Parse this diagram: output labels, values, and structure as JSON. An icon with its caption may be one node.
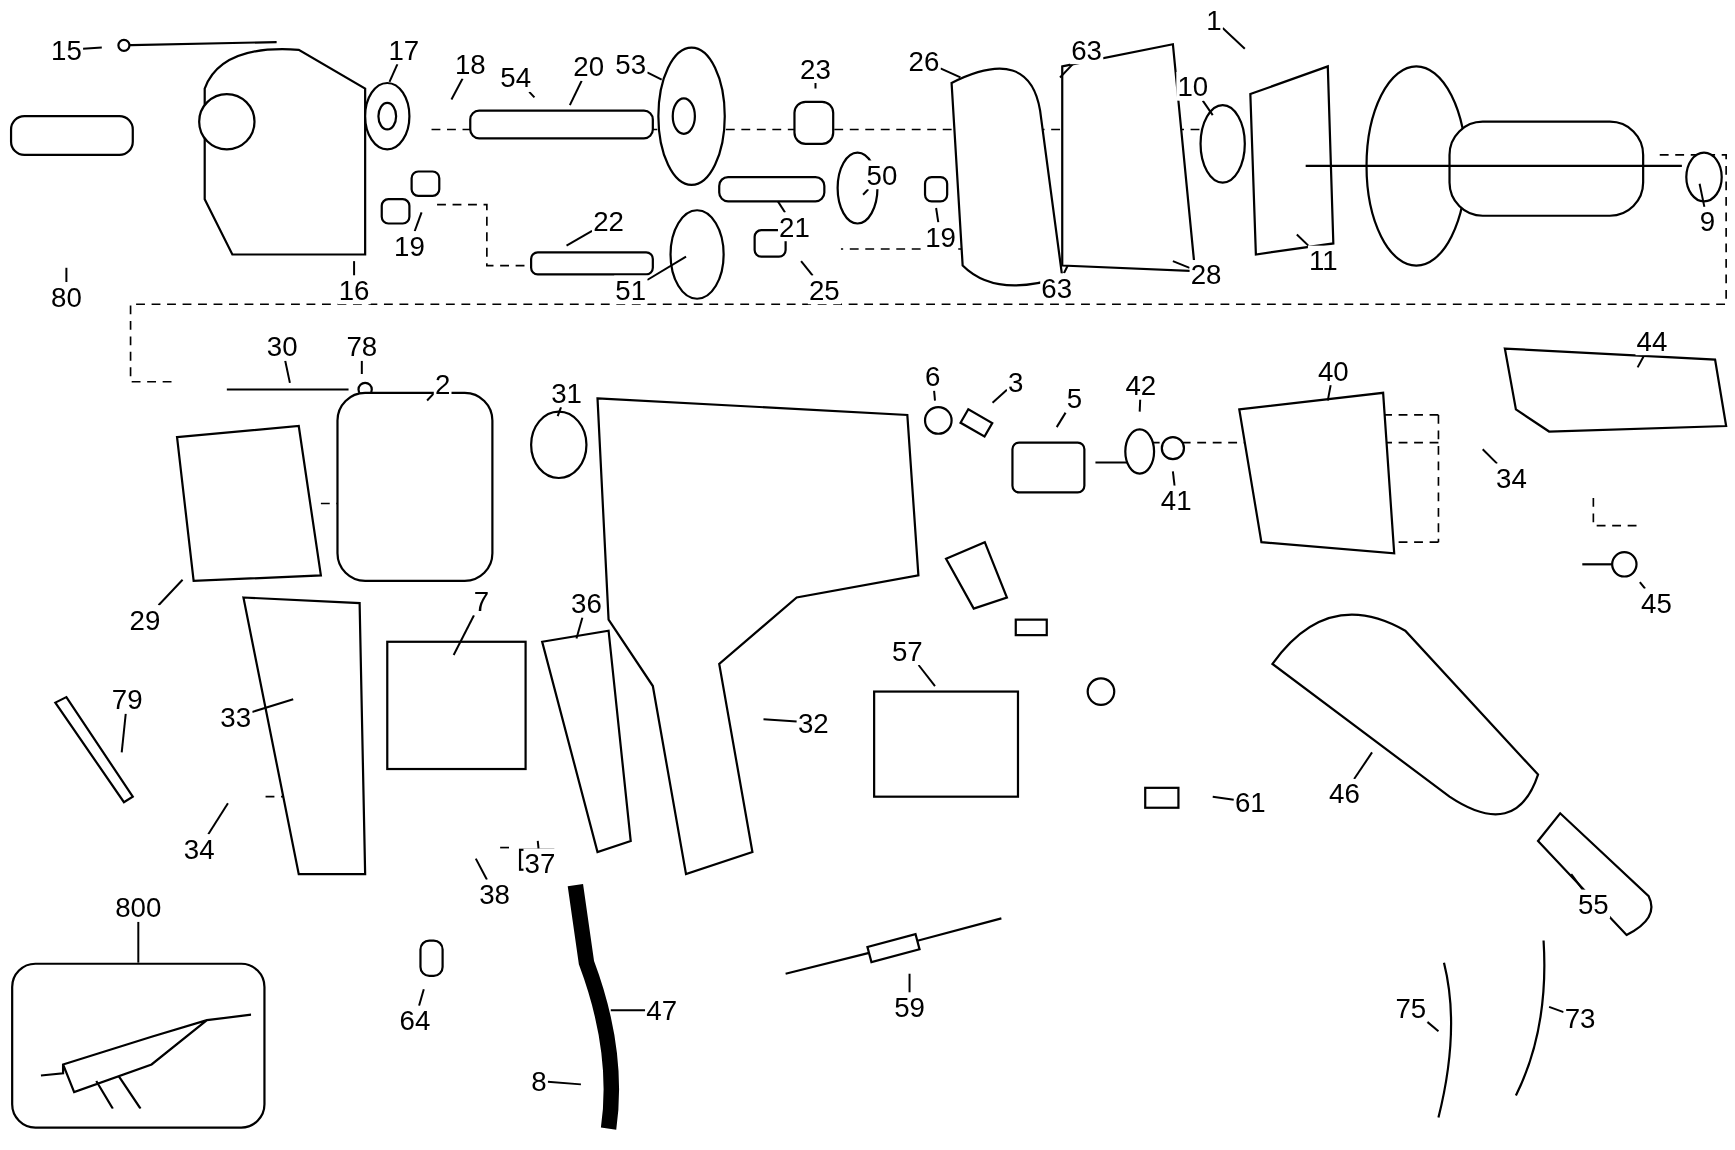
{
  "diagram": {
    "nodes": [
      {
        "text": [
          "15"
        ]
      },
      {
        "text": [
          "17"
        ]
      },
      {
        "text": [
          "18"
        ]
      },
      {
        "text": [
          "54"
        ]
      },
      {
        "text": [
          "20"
        ]
      },
      {
        "text": [
          "53"
        ]
      },
      {
        "text": [
          "23"
        ]
      },
      {
        "text": [
          "26"
        ]
      },
      {
        "text": [
          "63"
        ]
      },
      {
        "text": [
          "1"
        ]
      },
      {
        "text": [
          "80"
        ]
      },
      {
        "text": [
          "16"
        ]
      },
      {
        "text": [
          "19"
        ]
      },
      {
        "text": [
          "22"
        ]
      },
      {
        "text": [
          "51"
        ]
      },
      {
        "text": [
          "25"
        ]
      },
      {
        "text": [
          "21"
        ]
      },
      {
        "text": [
          "50"
        ]
      },
      {
        "text": [
          "19"
        ]
      },
      {
        "text": [
          "10"
        ]
      },
      {
        "text": [
          "63"
        ]
      },
      {
        "text": [
          "28"
        ]
      },
      {
        "text": [
          "11"
        ]
      },
      {
        "text": [
          "9"
        ]
      },
      {
        "text": [
          "30"
        ]
      },
      {
        "text": [
          "78"
        ]
      },
      {
        "text": [
          "2"
        ]
      },
      {
        "text": [
          "31"
        ]
      },
      {
        "text": [
          "6"
        ]
      },
      {
        "text": [
          "3"
        ]
      },
      {
        "text": [
          "5"
        ]
      },
      {
        "text": [
          "42"
        ]
      },
      {
        "text": [
          "40"
        ]
      },
      {
        "text": [
          "44"
        ]
      },
      {
        "text": [
          "41"
        ]
      },
      {
        "text": [
          "34"
        ]
      },
      {
        "text": [
          "45"
        ]
      },
      {
        "text": [
          "29"
        ]
      },
      {
        "text": [
          "7"
        ]
      },
      {
        "text": [
          "36"
        ]
      },
      {
        "text": [
          "57"
        ]
      },
      {
        "text": [
          "79"
        ]
      },
      {
        "text": [
          "33"
        ]
      },
      {
        "text": [
          "32"
        ]
      },
      {
        "text": [
          "61"
        ]
      },
      {
        "text": [
          "46"
        ]
      },
      {
        "text": [
          "34"
        ]
      },
      {
        "text": [
          "38"
        ]
      },
      {
        "text": [
          "37"
        ]
      },
      {
        "text": [
          "55"
        ]
      },
      {
        "text": [
          "800"
        ]
      },
      {
        "text": [
          "64"
        ]
      },
      {
        "text": [
          "47"
        ]
      },
      {
        "text": [
          "59"
        ]
      },
      {
        "text": [
          "75"
        ]
      },
      {
        "text": [
          "73"
        ]
      },
      {
        "text": [
          "8"
        ]
      },
      {
        "text": [],
        "shape": "box"
      }
    ],
    "edges": [
      {
        "from": 0,
        "to": null,
        "arrow": "none"
      },
      {
        "from": 1,
        "to": null,
        "arrow": "none"
      },
      {
        "from": 2,
        "to": null,
        "arrow": "none"
      },
      {
        "from": 3,
        "to": null,
        "arrow": "none"
      },
      {
        "from": 4,
        "to": null,
        "arrow": "none"
      },
      {
        "from": 5,
        "to": null,
        "arrow": "none"
      },
      {
        "from": 6,
        "to": null,
        "arrow": "none"
      },
      {
        "from": 7,
        "to": null,
        "arrow": "none"
      },
      {
        "from": 8,
        "to": null,
        "arrow": "none"
      },
      {
        "from": 9,
        "to": null,
        "arrow": "none"
      },
      {
        "from": 10,
        "to": null,
        "arrow": "none"
      },
      {
        "from": 11,
        "to": null,
        "arrow": "none"
      },
      {
        "from": 12,
        "to": null,
        "arrow": "none"
      },
      {
        "from": 13,
        "to": null,
        "arrow": "none"
      },
      {
        "from": 14,
        "to": null,
        "arrow": "none"
      },
      {
        "from": 15,
        "to": null,
        "arrow": "none"
      },
      {
        "from": 16,
        "to": null,
        "arrow": "none"
      },
      {
        "from": 17,
        "to": null,
        "arrow": "none"
      },
      {
        "from": 18,
        "to": null,
        "arrow": "none"
      },
      {
        "from": 19,
        "to": null,
        "arrow": "none"
      },
      {
        "from": 20,
        "to": null,
        "arrow": "none"
      },
      {
        "from": 21,
        "to": null,
        "arrow": "none"
      },
      {
        "from": 22,
        "to": null,
        "arrow": "none"
      },
      {
        "from": 23,
        "to": null,
        "arrow": "none"
      },
      {
        "from": 24,
        "to": null,
        "arrow": "none"
      },
      {
        "from": 25,
        "to": null,
        "arrow": "none"
      },
      {
        "from": 26,
        "to": null,
        "arrow": "none"
      },
      {
        "from": 27,
        "to": null,
        "arrow": "none"
      },
      {
        "from": 28,
        "to": null,
        "arrow": "none"
      },
      {
        "from": 29,
        "to": null,
        "arrow": "none"
      },
      {
        "from": 30,
        "to": null,
        "arrow": "none"
      },
      {
        "from": 31,
        "to": null,
        "arrow": "none"
      },
      {
        "from": 32,
        "to": null,
        "arrow": "none"
      },
      {
        "from": 33,
        "to": null,
        "arrow": "none"
      },
      {
        "from": 34,
        "to": null,
        "arrow": "none"
      },
      {
        "from": 35,
        "to": null,
        "arrow": "none"
      },
      {
        "from": 36,
        "to": null,
        "arrow": "none"
      },
      {
        "from": 37,
        "to": null,
        "arrow": "none"
      },
      {
        "from": 38,
        "to": null,
        "arrow": "none"
      },
      {
        "from": 39,
        "to": null,
        "arrow": "none"
      },
      {
        "from": 40,
        "to": null,
        "arrow": "none"
      },
      {
        "from": 41,
        "to": null,
        "arrow": "none"
      },
      {
        "from": 42,
        "to": null,
        "arrow": "none"
      },
      {
        "from": 43,
        "to": null,
        "arrow": "none"
      },
      {
        "from": 44,
        "to": null,
        "arrow": "none"
      },
      {
        "from": 45,
        "to": null,
        "arrow": "none"
      },
      {
        "from": 46,
        "to": null,
        "arrow": "none"
      },
      {
        "from": 47,
        "to": null,
        "arrow": "none"
      },
      {
        "from": 48,
        "to": null,
        "arrow": "none"
      },
      {
        "from": 49,
        "to": null,
        "arrow": "none"
      },
      {
        "from": 50,
        "to": 57,
        "arrow": "none"
      },
      {
        "from": 51,
        "to": null,
        "arrow": "none"
      },
      {
        "from": 52,
        "to": null,
        "arrow": "none"
      },
      {
        "from": 53,
        "to": null,
        "arrow": "none"
      },
      {
        "from": 54,
        "to": null,
        "arrow": "none"
      },
      {
        "from": 55,
        "to": null,
        "arrow": "none"
      },
      {
        "from": 56,
        "to": null,
        "arrow": "none"
      }
    ]
  }
}
